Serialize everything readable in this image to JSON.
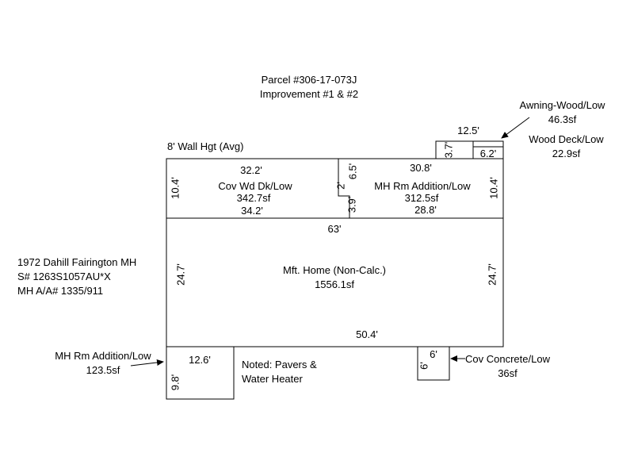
{
  "header": {
    "line1": "Parcel #306-17-073J",
    "line2": "Improvement #1 & #2"
  },
  "wall_note": "8' Wall Hgt (Avg)",
  "info_block": {
    "line1": "1972 Dahill Fairington MH",
    "line2": "S# 1263S1057AU*X",
    "line3": "MH A/A# 1335/911"
  },
  "callouts": {
    "awning": {
      "name": "Awning-Wood/Low",
      "area": "46.3sf"
    },
    "wood_deck": {
      "name": "Wood Deck/Low",
      "area": "22.9sf"
    },
    "mh_rm_addition_small": {
      "name": "MH Rm Addition/Low",
      "area": "123.5sf"
    },
    "cov_concrete": {
      "name": "Cov Concrete/Low",
      "area": "36sf"
    },
    "note": {
      "line1": "Noted: Pavers &",
      "line2": "Water Heater"
    }
  },
  "sections": {
    "cov_wd_dk": {
      "label": "Cov Wd Dk/Low",
      "area": "342.7sf",
      "dim_top": "32.2'",
      "dim_bottom": "34.2'",
      "dim_left": "10.4'"
    },
    "mh_rm_addition": {
      "label": "MH Rm Addition/Low",
      "area": "312.5sf",
      "dim_top": "30.8'",
      "dim_bottom": "28.8'",
      "dim_right": "10.4'"
    },
    "mft_home": {
      "label": "Mft. Home (Non-Calc.)",
      "area": "1556.1sf",
      "dim_top": "63'",
      "dim_bottom": "50.4'",
      "dim_left": "24.7'",
      "dim_right": "24.7'"
    },
    "notch": {
      "d1": "6.5'",
      "d2": "2'",
      "d3": "3.9'"
    },
    "top_box": {
      "dim_top": "12.5'",
      "dim_left_cell": "3.7'",
      "dim_right_cell": "6.2'"
    },
    "bottom_left_box": {
      "dim_top": "12.6'",
      "dim_left": "9.8'"
    },
    "bottom_right_box": {
      "dim_top": "6'",
      "dim_left": "6'"
    }
  }
}
